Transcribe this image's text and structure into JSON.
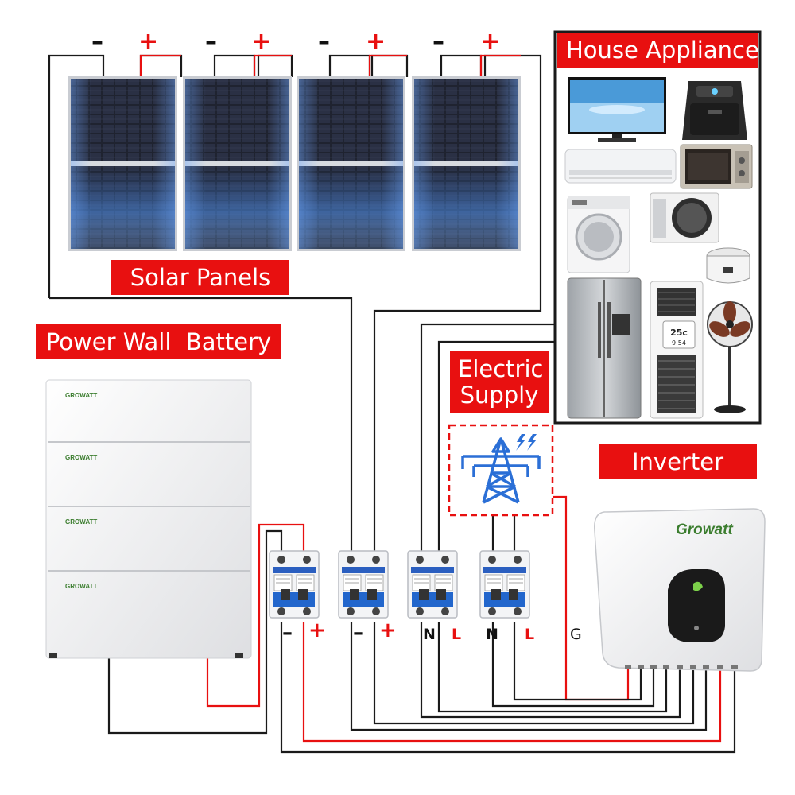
{
  "labels": {
    "solar_panels": "Solar Panels",
    "power_wall_battery": "Power Wall  Battery",
    "house_appliance": "House Appliance",
    "electric_supply_line1": "Electric",
    "electric_supply_line2": "Supply",
    "inverter": "Inverter"
  },
  "panel_terminals": [
    "–",
    "+",
    "–",
    "+",
    "–",
    "+",
    "–",
    "+"
  ],
  "breaker_terminals": {
    "battery_breaker": [
      "–",
      "+"
    ],
    "solar_breaker": [
      "–",
      "+"
    ],
    "load_breaker": [
      "N",
      "L"
    ],
    "grid_breaker": [
      "N",
      "L"
    ],
    "ground": "G"
  },
  "battery_brand": "GROWATT",
  "inverter_brand": "Growatt",
  "heater_display": {
    "temperature": "25c",
    "time": "9:54"
  },
  "icons": [
    "transmission-tower-icon",
    "lightning-icon"
  ],
  "colors": {
    "label_bg": "#e81010",
    "wire_black": "#1a1a1a",
    "wire_red": "#e81010",
    "tower_blue": "#2b6fd6",
    "brand_green": "#3b7d2e"
  }
}
